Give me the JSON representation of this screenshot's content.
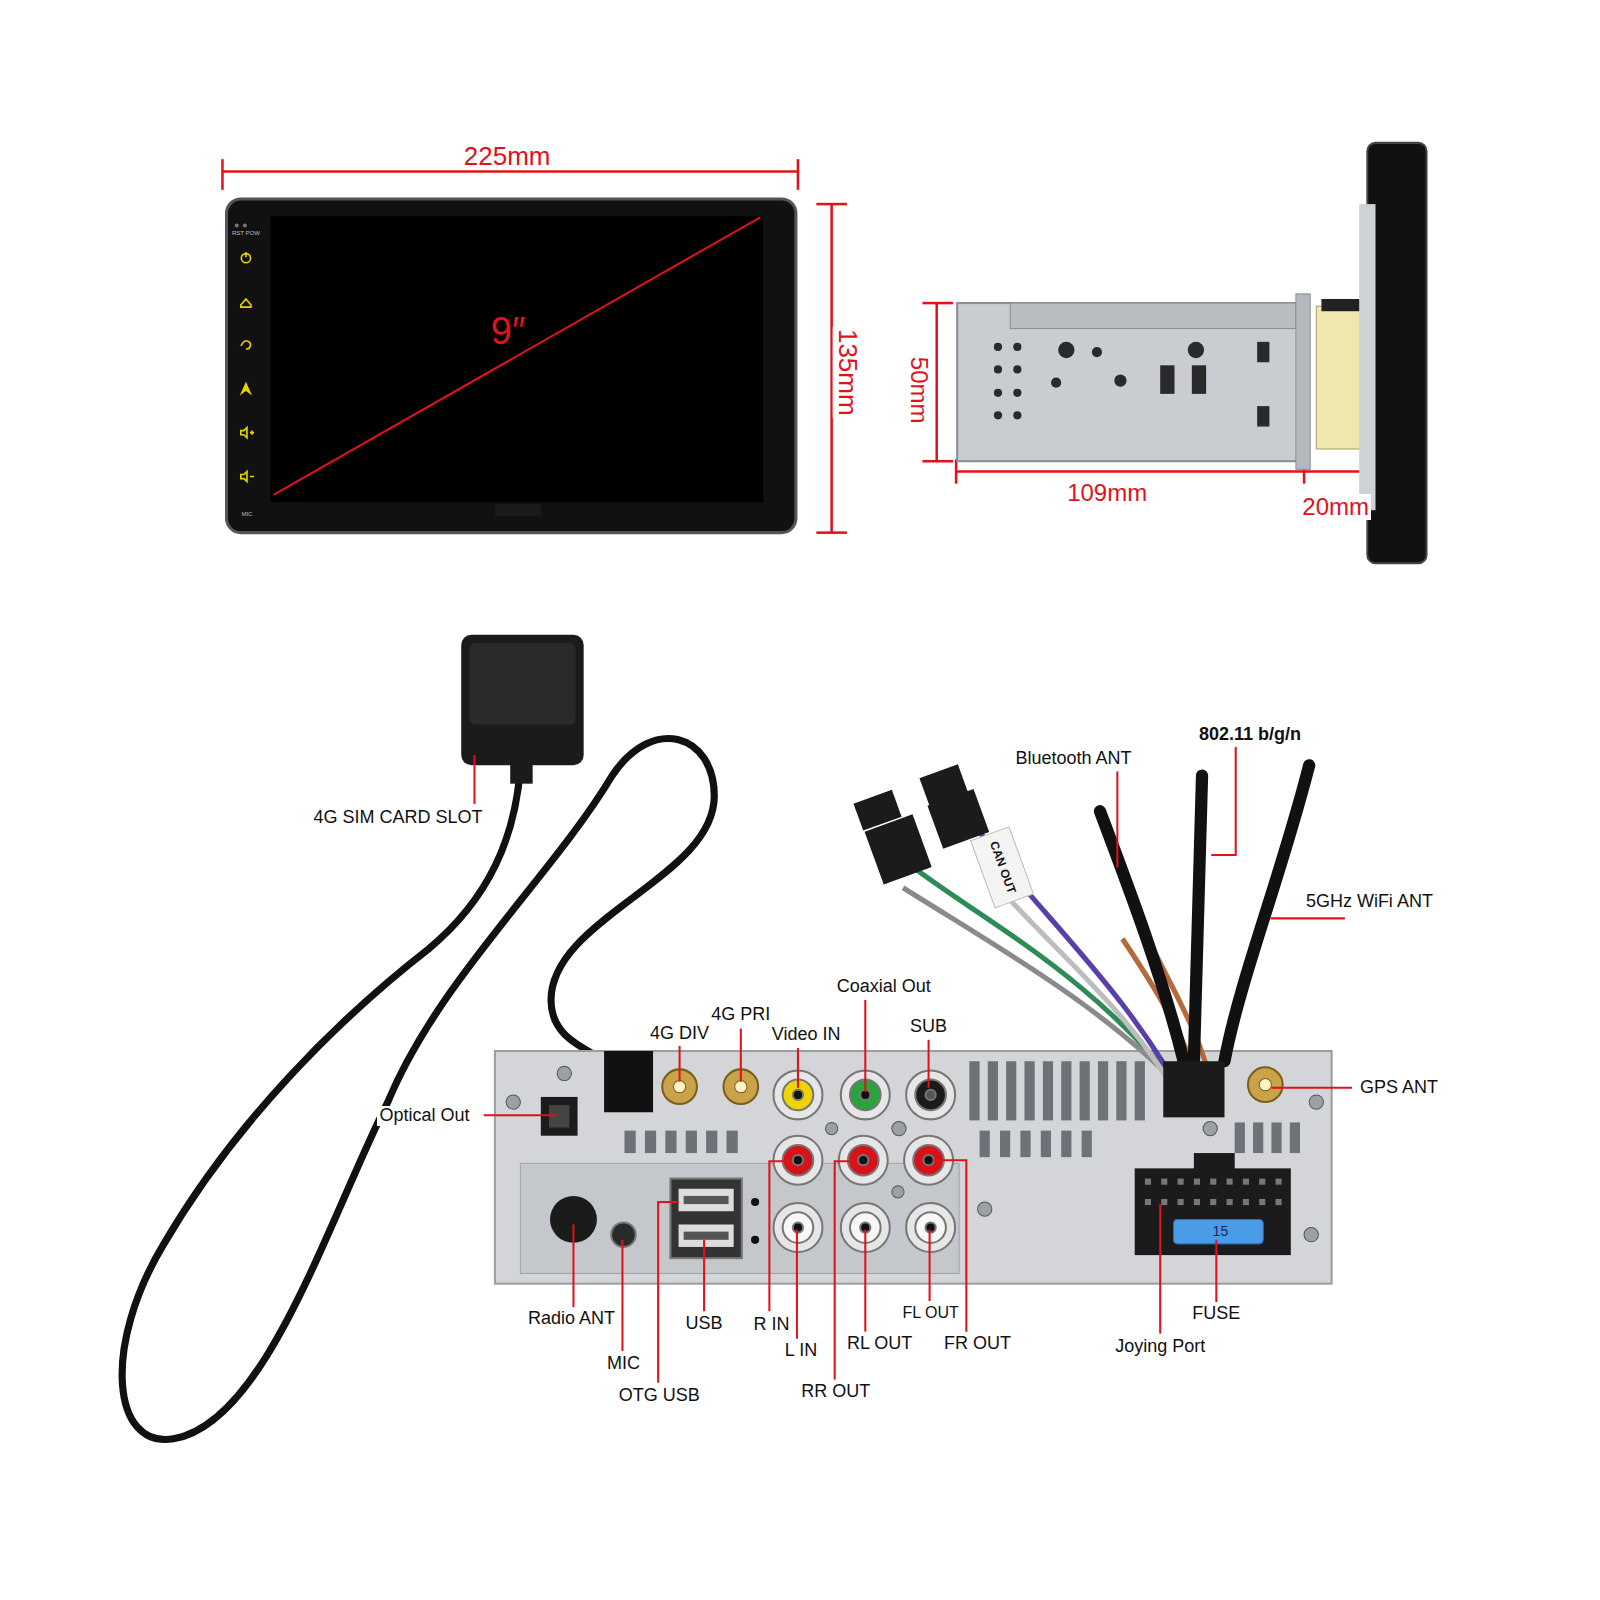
{
  "diagram": {
    "labels": [
      "225mm",
      "9″",
      "135mm",
      "50mm",
      "109mm",
      "20mm",
      "RST POW",
      "MIC",
      "4G SIM CARD SLOT",
      "802.11 b/g/n",
      "Bluetooth ANT",
      "CAN OUT",
      "5GHz WiFi ANT",
      "Coaxial Out",
      "4G PRI",
      "SUB",
      "4G DIV",
      "Video IN",
      "GPS ANT",
      "Optical Out",
      "15",
      "FUSE",
      "FL OUT",
      "Radio ANT",
      "USB",
      "R IN",
      "RL OUT",
      "FR OUT",
      "Joying Port",
      "L IN",
      "MIC",
      "RR OUT",
      "OTG USB"
    ]
  }
}
